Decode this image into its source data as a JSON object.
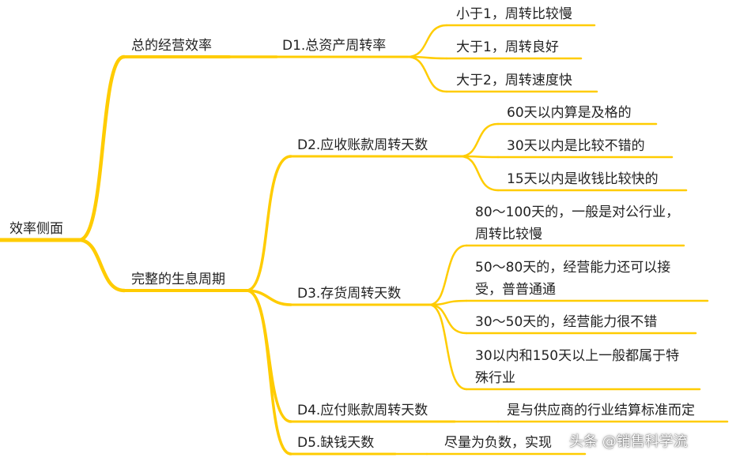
{
  "root": "效率侧面",
  "branches": {
    "total_efficiency": "总的经营效率",
    "business_cycle": "完整的生息周期"
  },
  "metrics": {
    "d1": "D1.总资产周转率",
    "d2": "D2.应收账款周转天数",
    "d3": "D3.存货周转天数",
    "d4": "D4.应付账款周转天数",
    "d5": "D5.缺钱天数"
  },
  "details": {
    "d1": [
      "小于1，周转比较慢",
      "大于1，周转良好",
      "大于2，周转速度快"
    ],
    "d2": [
      "60天以内算是及格的",
      "30天以内是比较不错的",
      "15天以内是收钱比较快的"
    ],
    "d3": [
      "80～100天的，一般是对公行业，周转比较慢",
      "50～80天的，经营能力还可以接受，普普通通",
      "30～50天的，经营能力很不错",
      "30以内和150天以上一般都属于特殊行业"
    ],
    "d4": "是与供应商的行业结算标准而定",
    "d5": "尽量为负数，实现"
  },
  "watermark": "头条 @销售科学流",
  "colors": {
    "line": "#FFCC00",
    "text": "#222222"
  }
}
